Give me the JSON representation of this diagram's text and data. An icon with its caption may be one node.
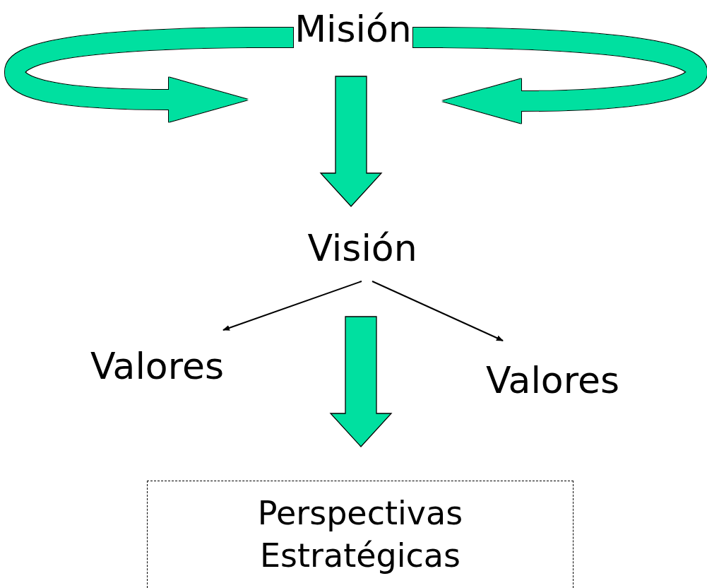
{
  "diagram": {
    "nodes": [
      {
        "text": [
          "Misión"
        ]
      },
      {
        "text": [
          "Visión"
        ]
      },
      {
        "text": [
          "Valores"
        ]
      },
      {
        "text": [
          "Valores"
        ]
      },
      {
        "text": [
          "Perspectivas Estratégicas"
        ]
      }
    ],
    "edges": [
      {
        "from": 0,
        "to": null,
        "arrow": "to",
        "style": "thick"
      },
      {
        "from": 0,
        "to": null,
        "arrow": "to",
        "style": "thick"
      },
      {
        "from": 0,
        "to": 1,
        "arrow": "to",
        "style": "thick"
      },
      {
        "from": 1,
        "to": 2,
        "arrow": "to",
        "color": "#000000"
      },
      {
        "from": 1,
        "to": 3,
        "arrow": "to",
        "color": "#000000"
      },
      {
        "from": 1,
        "to": 4,
        "arrow": "to",
        "style": "thick"
      }
    ]
  }
}
